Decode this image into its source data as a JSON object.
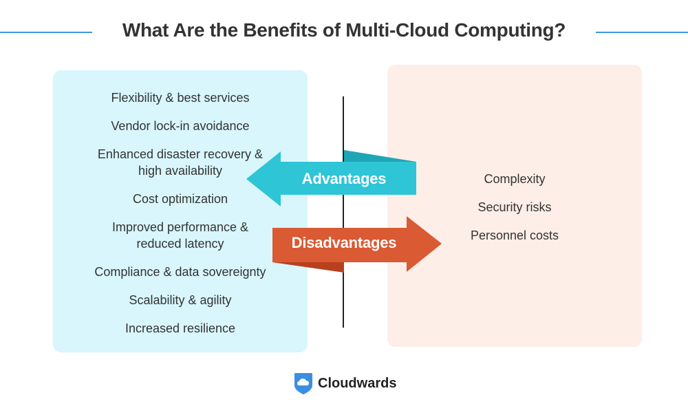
{
  "title": "What Are the Benefits of Multi-Cloud Computing?",
  "advantages": {
    "label": "Advantages",
    "items": [
      "Flexibility & best services",
      "Vendor lock-in avoidance",
      "Enhanced disaster recovery & high availability",
      "Cost optimization",
      "Improved performance & reduced latency",
      "Compliance & data sovereignty",
      "Scalability & agility",
      "Increased resilience"
    ]
  },
  "disadvantages": {
    "label": "Disadvantages",
    "items": [
      "Complexity",
      "Security risks",
      "Personnel costs"
    ]
  },
  "brand": {
    "name": "Cloudwards",
    "icon": "cloud-shield-icon"
  },
  "colors": {
    "title_line": "#3a97e8",
    "advantages_panel": "#d8f6fc",
    "disadvantages_panel": "#fdeee7",
    "advantages_arrow": "#2ec5d6",
    "disadvantages_arrow": "#d95a33",
    "brand_icon": "#3a8fe0"
  }
}
